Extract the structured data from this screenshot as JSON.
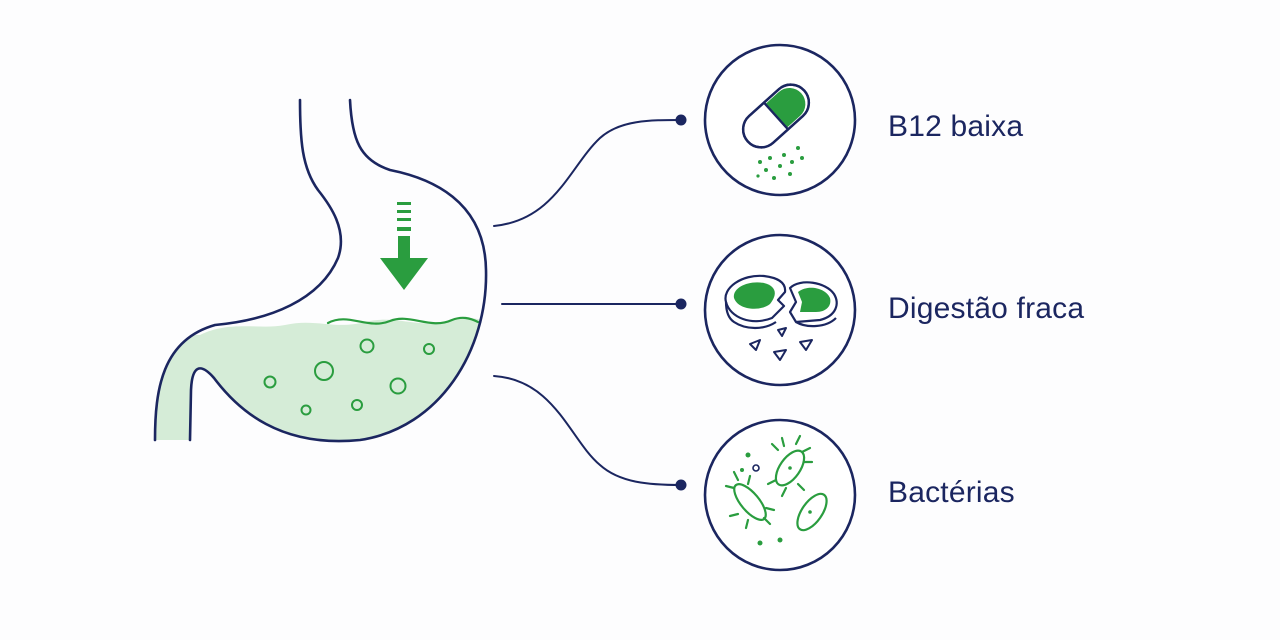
{
  "colors": {
    "outline": "#1b2660",
    "accent": "#2a9d3f",
    "fill_light": "#d5ecd7",
    "background": "#fdfdfe"
  },
  "items": [
    {
      "icon": "capsule-icon",
      "label": "B12 baixa"
    },
    {
      "icon": "broken-food-icon",
      "label": "Digestão fraca"
    },
    {
      "icon": "bacteria-icon",
      "label": "Bactérias"
    }
  ]
}
